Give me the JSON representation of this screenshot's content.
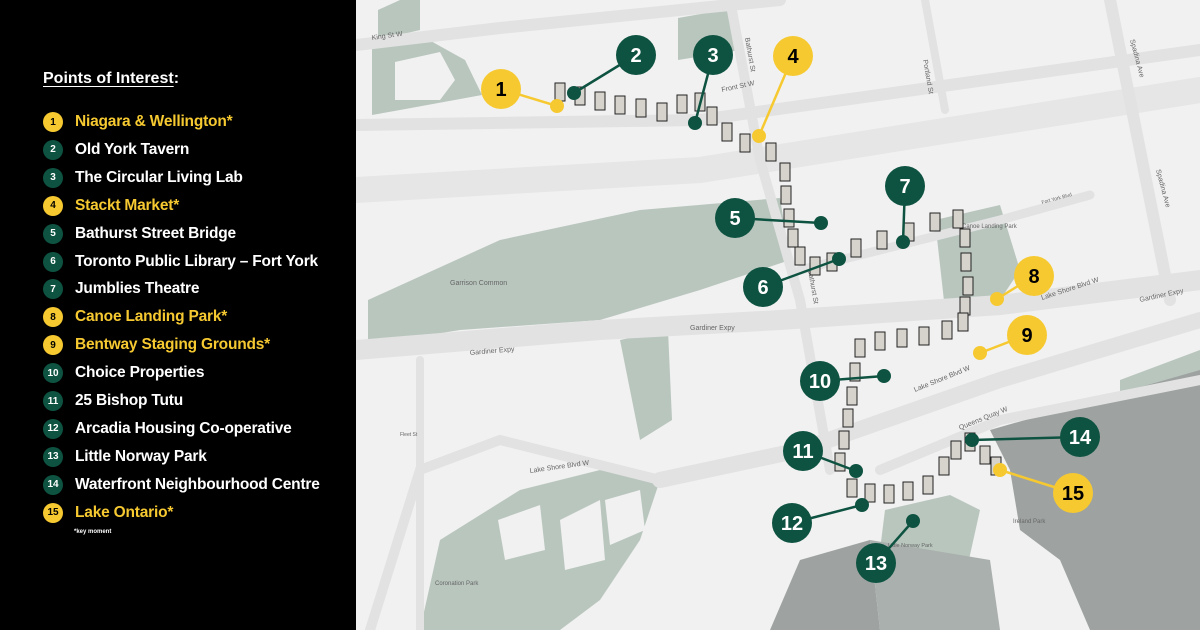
{
  "legend": {
    "title": "Points of Interest",
    "title_colon": ":",
    "footnote": "*key moment",
    "items": [
      {
        "number": "1",
        "label": "Niagara & Wellington*",
        "key": true
      },
      {
        "number": "2",
        "label": "Old York Tavern",
        "key": false
      },
      {
        "number": "3",
        "label": "The Circular Living Lab",
        "key": false
      },
      {
        "number": "4",
        "label": "Stackt Market*",
        "key": true
      },
      {
        "number": "5",
        "label": "Bathurst Street Bridge",
        "key": false
      },
      {
        "number": "6",
        "label": "Toronto Public Library – Fort York",
        "key": false
      },
      {
        "number": "7",
        "label": "Jumblies Theatre",
        "key": false
      },
      {
        "number": "8",
        "label": "Canoe Landing Park*",
        "key": true
      },
      {
        "number": "9",
        "label": "Bentway Staging Grounds*",
        "key": true
      },
      {
        "number": "10",
        "label": "Choice Properties",
        "key": false
      },
      {
        "number": "11",
        "label": "25 Bishop Tutu",
        "key": false
      },
      {
        "number": "12",
        "label": "Arcadia Housing Co-operative",
        "key": false
      },
      {
        "number": "13",
        "label": "Little Norway Park",
        "key": false
      },
      {
        "number": "14",
        "label": "Waterfront Neighbourhood Centre",
        "key": false
      },
      {
        "number": "15",
        "label": "Lake Ontario*",
        "key": true
      }
    ]
  },
  "map": {
    "labels": {
      "king": "King St W",
      "front": "Front St W",
      "bathurst1": "Bathurst St",
      "bathurst2": "Bathurst St",
      "portland": "Portland St",
      "spadina1": "Spadina Ave",
      "spadina2": "Spadina Ave",
      "fortyork": "Fort York Blvd",
      "canoe": "Canoe Landing Park",
      "garrison": "Garrison Common",
      "gardiner1": "Gardiner Expy",
      "gardiner2": "Gardiner Expy",
      "gardiner3": "Gardiner Expy",
      "lakeshore1": "Lake Shore Blvd W",
      "lakeshore2": "Lake Shore Blvd W",
      "lakeshore3": "Lake Shore Blvd W",
      "queensquay": "Queens Quay W",
      "ireland": "Ireland Park",
      "littlenorway": "Little Norway Park",
      "coronation": "Coronation Park",
      "fleet": "Fleet St"
    }
  },
  "colors": {
    "key": "#f6c931",
    "regular": "#0e5341",
    "park": "#b9c6be",
    "water": "#9ea3a1",
    "land": "#f1f1f1",
    "road": "#e3e3e3"
  }
}
